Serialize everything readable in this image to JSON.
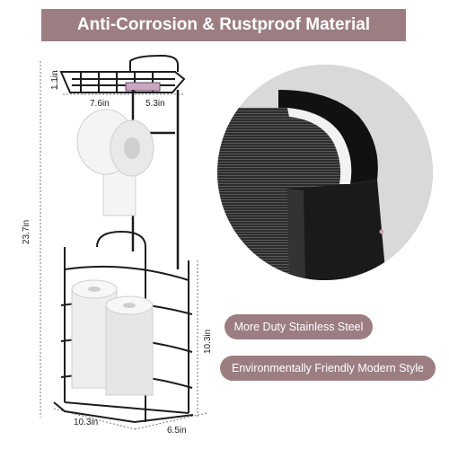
{
  "banner": {
    "title": "Anti-Corrosion & Rustproof Material"
  },
  "dimensions": {
    "shelf_height": "1.1in",
    "shelf_width": "7.6in",
    "shelf_depth": "5.3in",
    "total_height": "23.7in",
    "basket_height": "10.3in",
    "base_width": "10.3in",
    "base_depth": "6.5in"
  },
  "features": [
    {
      "label": "More Duty Stainless Steel"
    },
    {
      "label": "Environmentally Friendly Modern Style"
    }
  ],
  "colors": {
    "accent": "#9c7e82",
    "metal": "#1c1c1c",
    "roll": "#f2f2f2"
  }
}
